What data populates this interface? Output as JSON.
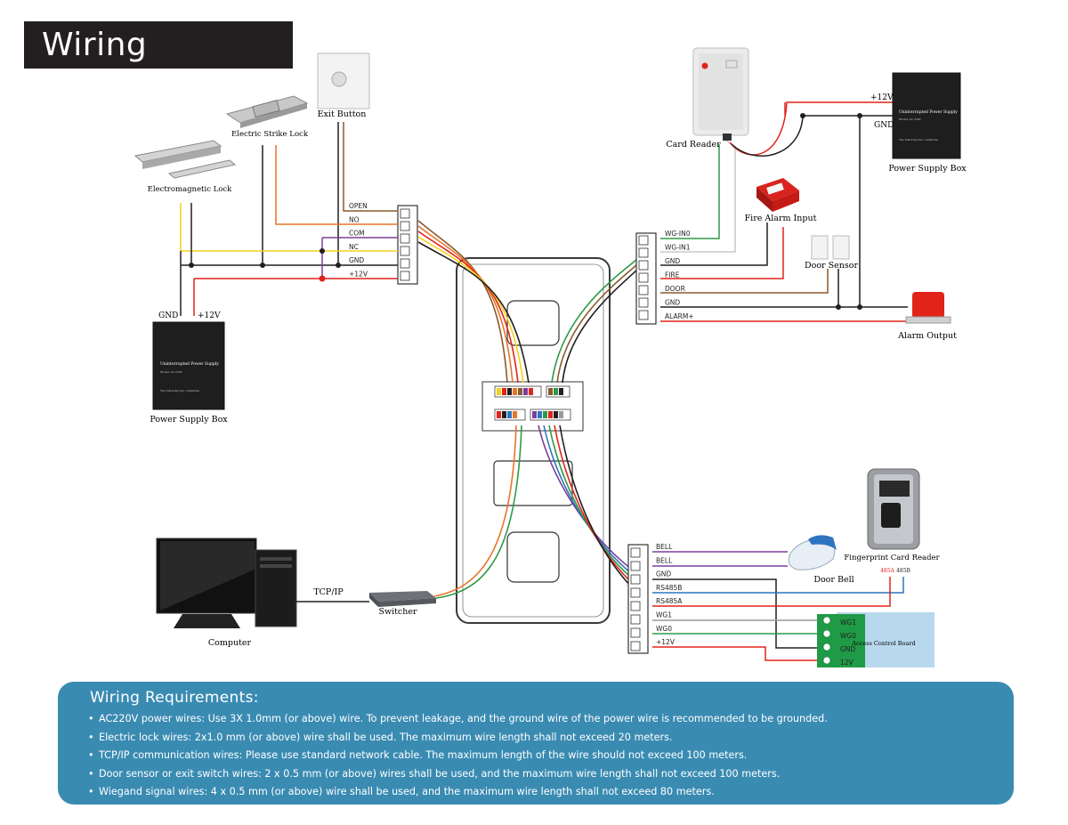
{
  "title": "Wiring Diagram",
  "devices": {
    "exit_button": "Exit Button",
    "electric_strike_lock": "Electric Strike Lock",
    "electromagnetic_lock": "Electromagnetic Lock",
    "card_reader": "Card Reader",
    "power_supply_box_right": "Power Supply Box",
    "power_supply_box_left": "Power Supply Box",
    "fire_alarm_input": "Fire Alarm Input",
    "door_sensor": "Door Sensor",
    "alarm_output": "Alarm Output",
    "fingerprint_card_reader": "Fingerprint Card Reader",
    "door_bell": "Door Bell",
    "computer": "Computer",
    "switcher": "Switcher",
    "access_control_board": "Access Control Board",
    "psu_label_text": "Uninterrupted Power Supply"
  },
  "labels": {
    "psu_left_gnd": "GND",
    "psu_left_12v": "+12V",
    "psu_right_12v": "+12V",
    "psu_right_gnd": "GND",
    "tcpip": "TCP/IP",
    "rs485a": "485A",
    "rs485b": "485B"
  },
  "terminals_left": [
    "OPEN",
    "NO",
    "COM",
    "NC",
    "GND",
    "+12V"
  ],
  "terminals_right_top": [
    "WG-IN0",
    "WG-IN1",
    "GND",
    "FIRE",
    "DOOR",
    "GND",
    "ALARM+"
  ],
  "terminals_right_bottom": [
    "BELL",
    "BELL",
    "GND",
    "RS485B",
    "RS485A",
    "WG1",
    "WG0",
    "+12V"
  ],
  "board_terminals": [
    "WG1",
    "WG0",
    "GND",
    "12V"
  ],
  "requirements": {
    "heading": "Wiring Requirements:",
    "items": [
      "AC220V power wires:  Use 3X 1.0mm (or above) wire. To prevent leakage, and the ground wire of the power wire is recommended to be grounded.",
      "Electric lock wires: 2x1.0 mm (or above) wire shall be used. The maximum wire length shall not exceed 20 meters.",
      "TCP/IP communication wires: Please use standard network cable. The maximum length of the wire should not exceed 100 meters.",
      "Door sensor or exit switch wires: 2 x 0.5 mm (or above) wires shall be used, and the maximum wire length shall not exceed 100 meters.",
      "Wiegand signal wires: 4 x 0.5 mm (or above) wire shall be used, and the maximum wire length shall not exceed 80 meters."
    ]
  },
  "colors": {
    "title_bg": "#231f20",
    "panel_bg": "#3a8bb2",
    "wire_red": "#e2231a",
    "wire_black": "#231f20",
    "wire_yellow": "#f2d21b",
    "wire_brown": "#8b5a2b",
    "wire_orange": "#e8742a",
    "wire_purple": "#7b3f98",
    "wire_green": "#2e9a47",
    "wire_blue": "#2f74c0",
    "wire_gray": "#9a9a9a",
    "board_green": "#1f9a46",
    "board_bg": "#b8d8ee"
  }
}
